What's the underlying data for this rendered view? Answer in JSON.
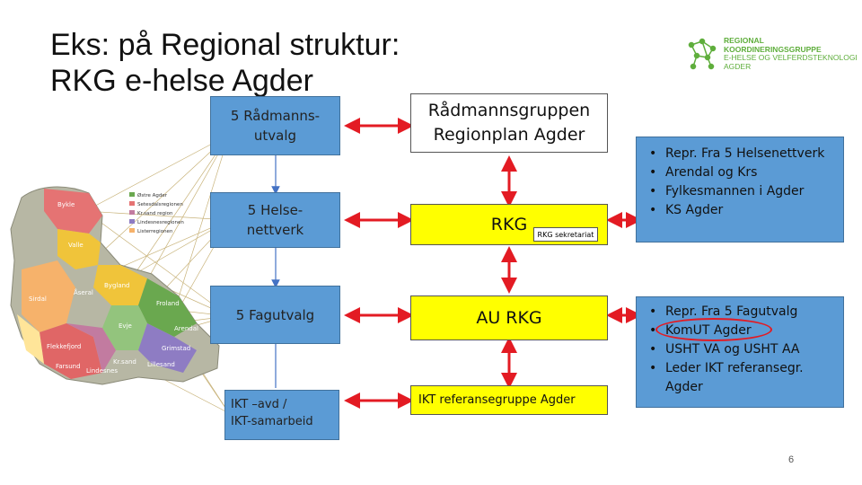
{
  "title": {
    "line1": "Eks: på Regional struktur:",
    "line2": "RKG e-helse Agder"
  },
  "logo": {
    "line1": "REGIONAL",
    "line2": "KOORDINERINGSGRUPPE",
    "line3": "E-HELSE OG VELFERDSTEKNOLOGI",
    "line4": "AGDER",
    "icon": "network-icon"
  },
  "left_column": {
    "radmanns_utvalg_l1": "5 Rådmanns-",
    "radmanns_utvalg_l2": "utvalg",
    "helsenettverk_l1": "5 Helse-",
    "helsenettverk_l2": "nettverk",
    "fagutvalg": "5 Fagutvalg",
    "ikt_l1": "IKT –avd /",
    "ikt_l2": "IKT-samarbeid"
  },
  "center_column": {
    "radmannsgruppen_l1": "Rådmannsgruppen",
    "radmannsgruppen_l2": "Regionplan Agder",
    "rkg": "RKG",
    "rkg_sekretariat": "RKG sekretariat",
    "au_rkg": "AU RKG",
    "ikt_referansegruppe": "IKT referansegruppe Agder"
  },
  "right_column": {
    "top_bullets": [
      "Repr. Fra 5 Helsenettverk",
      "Arendal og Krs",
      "Fylkesmannen i Agder",
      "KS Agder"
    ],
    "bottom_bullets": [
      "Repr. Fra 5 Fagutvalg",
      "KomUT Agder",
      "USHT VA og USHT AA",
      "Leder IKT referansegr. Agder"
    ]
  },
  "map_legend": [
    "Østre Agder",
    "Setesdalsregionen",
    "Kr.sand region",
    "Lindesnesregionen",
    "Listerregionen"
  ],
  "map_regions": [
    "Bykle",
    "Valle",
    "Bygland",
    "Åseral",
    "Evje",
    "Froland",
    "Arendal",
    "Grimstad",
    "Lillesand",
    "Kr.sand",
    "Lindesnes",
    "Flekkefjord",
    "Farsund",
    "Sirdal"
  ],
  "page_number": "6",
  "colors": {
    "blue_box": "#5b9bd5",
    "yellow_box": "#ffff00",
    "arrow_red": "#e31b23",
    "connector_blue": "#4472c4",
    "highlight_ring": "#e31b23",
    "logo_green": "#5fae3c"
  }
}
